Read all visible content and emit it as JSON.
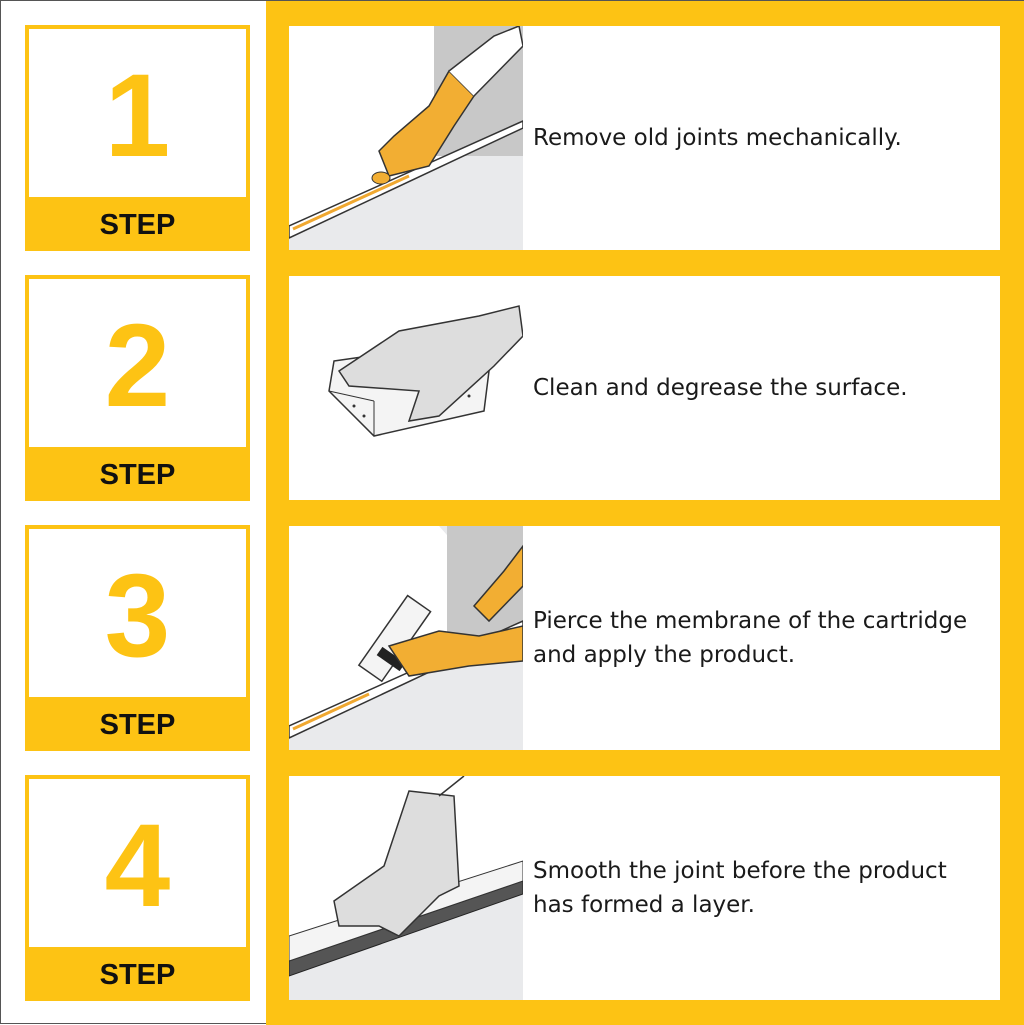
{
  "step_label": "STEP",
  "colors": {
    "accent": "#FDC314",
    "text": "#1a1a1a"
  },
  "steps": [
    {
      "number": "1",
      "text": "Remove old joints mechanically.",
      "icon": "gloved-hand-scraping-joint"
    },
    {
      "number": "2",
      "text": "Clean and degrease the surface.",
      "icon": "gloved-hand-sponge"
    },
    {
      "number": "3",
      "text": "Pierce the membrane of the cartridge and apply the product.",
      "icon": "caulking-gun"
    },
    {
      "number": "4",
      "text": "Smooth the joint before the product has formed a layer.",
      "icon": "gloved-hand-smoothing-joint"
    }
  ]
}
